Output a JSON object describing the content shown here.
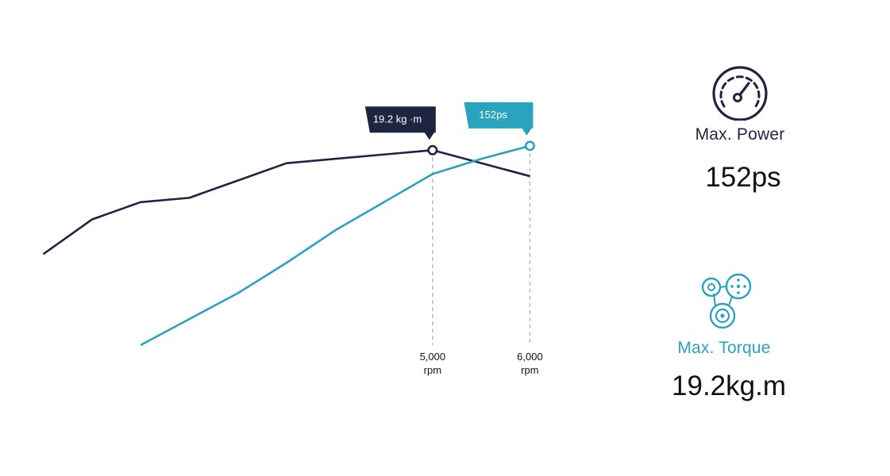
{
  "chart_data": {
    "type": "line",
    "x": [
      1000,
      1500,
      2000,
      2500,
      3000,
      3500,
      4000,
      4500,
      5000,
      5500,
      6000
    ],
    "xlim": [
      800,
      7000
    ],
    "ylim": [
      0,
      1
    ],
    "series": [
      {
        "name": "torque",
        "color": "#1f2440",
        "values": [
          0.42,
          0.58,
          0.66,
          0.68,
          0.76,
          0.84,
          0.86,
          0.88,
          0.9,
          0.84,
          0.78
        ]
      },
      {
        "name": "power",
        "color": "#2aa3bf",
        "values": [
          null,
          null,
          0.0,
          0.12,
          0.24,
          0.38,
          0.53,
          0.66,
          0.79,
          0.86,
          0.92
        ]
      }
    ],
    "markers": [
      {
        "x": 5000,
        "label": "5,000",
        "unit": "rpm"
      },
      {
        "x": 6000,
        "label": "6,000",
        "unit": "rpm"
      }
    ],
    "annotations": [
      {
        "series": "torque",
        "x": 5000,
        "text": "19.2 kg   ·m",
        "color": "#1f2440"
      },
      {
        "series": "power",
        "x": 6000,
        "text": "152ps",
        "color": "#2aa3bf"
      }
    ],
    "grid": false,
    "legend": "none"
  },
  "specs": {
    "power": {
      "label": "Max. Power",
      "value": "152ps",
      "icon": "speedometer-icon",
      "label_color": "#1f2440"
    },
    "torque": {
      "label": "Max. Torque",
      "value": "19.2kg.m",
      "icon": "gears-icon",
      "label_color": "#2aa3bf"
    }
  },
  "colors": {
    "dark": "#1f2440",
    "accent": "#2aa3bf",
    "dashed": "#bfbfbf"
  }
}
